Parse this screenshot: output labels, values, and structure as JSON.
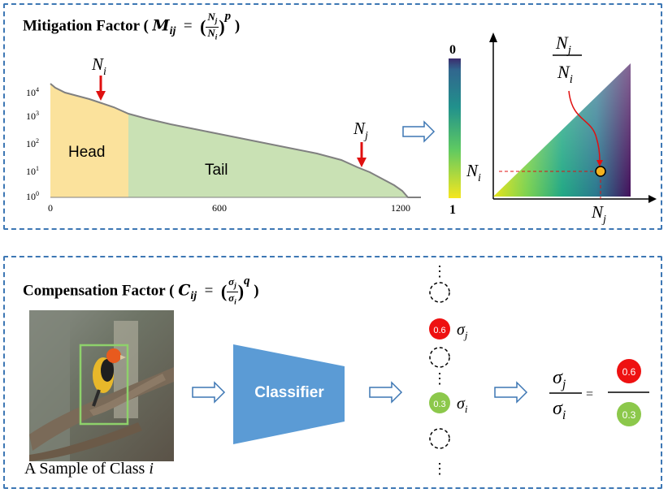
{
  "mitigation": {
    "title_prefix": "Mitigation Factor (",
    "title_symbol": "M",
    "title_sub": "ij",
    "num": "N",
    "num_sub": "j",
    "den": "N",
    "den_sub": "i",
    "exponent": "p",
    "title_suffix": ")"
  },
  "longtail": {
    "y_ticks": [
      "10",
      "10",
      "10",
      "10",
      "10"
    ],
    "y_exps": [
      "4",
      "3",
      "2",
      "1",
      "0"
    ],
    "x_ticks": [
      "0",
      "600",
      "1200"
    ],
    "head_label": "Head",
    "tail_label": "Tail",
    "ni_label": "N",
    "ni_sub": "i",
    "nj_label": "N",
    "nj_sub": "j",
    "colors": {
      "head": "#fbe29c",
      "tail": "#c9e1b4",
      "curve": "#808080",
      "arrow": "#e01010"
    }
  },
  "colorbar": {
    "top_label": "0",
    "bottom_label": "1"
  },
  "heatmap": {
    "frac_num": "N",
    "frac_num_sub": "j",
    "frac_den": "N",
    "frac_den_sub": "i",
    "y_label": "N",
    "y_label_sub": "i",
    "x_label": "N",
    "x_label_sub": "j",
    "point_color": "#f5b21f"
  },
  "compensation": {
    "title_prefix": "Compensation Factor (",
    "title_symbol": "C",
    "title_sub": "ij",
    "num": "σ",
    "num_sub": "j",
    "den": "σ",
    "den_sub": "i",
    "exponent": "q",
    "title_suffix": ")"
  },
  "classifier": {
    "label": "Classifier",
    "color": "#5b9bd5"
  },
  "outputs": {
    "ellipsis": "⋮",
    "red_value": "0.6",
    "green_value": "0.3",
    "sigma": "σ",
    "sub_j": "j",
    "sub_i": "i",
    "red_color": "#ee1111",
    "green_color": "#8cc84b"
  },
  "ratio": {
    "num": "σ",
    "num_sub": "j",
    "den": "σ",
    "den_sub": "i",
    "equals": "=",
    "red_value": "0.6",
    "green_value": "0.3"
  },
  "sample": {
    "caption": "A Sample of Class ",
    "caption_var": "i"
  }
}
